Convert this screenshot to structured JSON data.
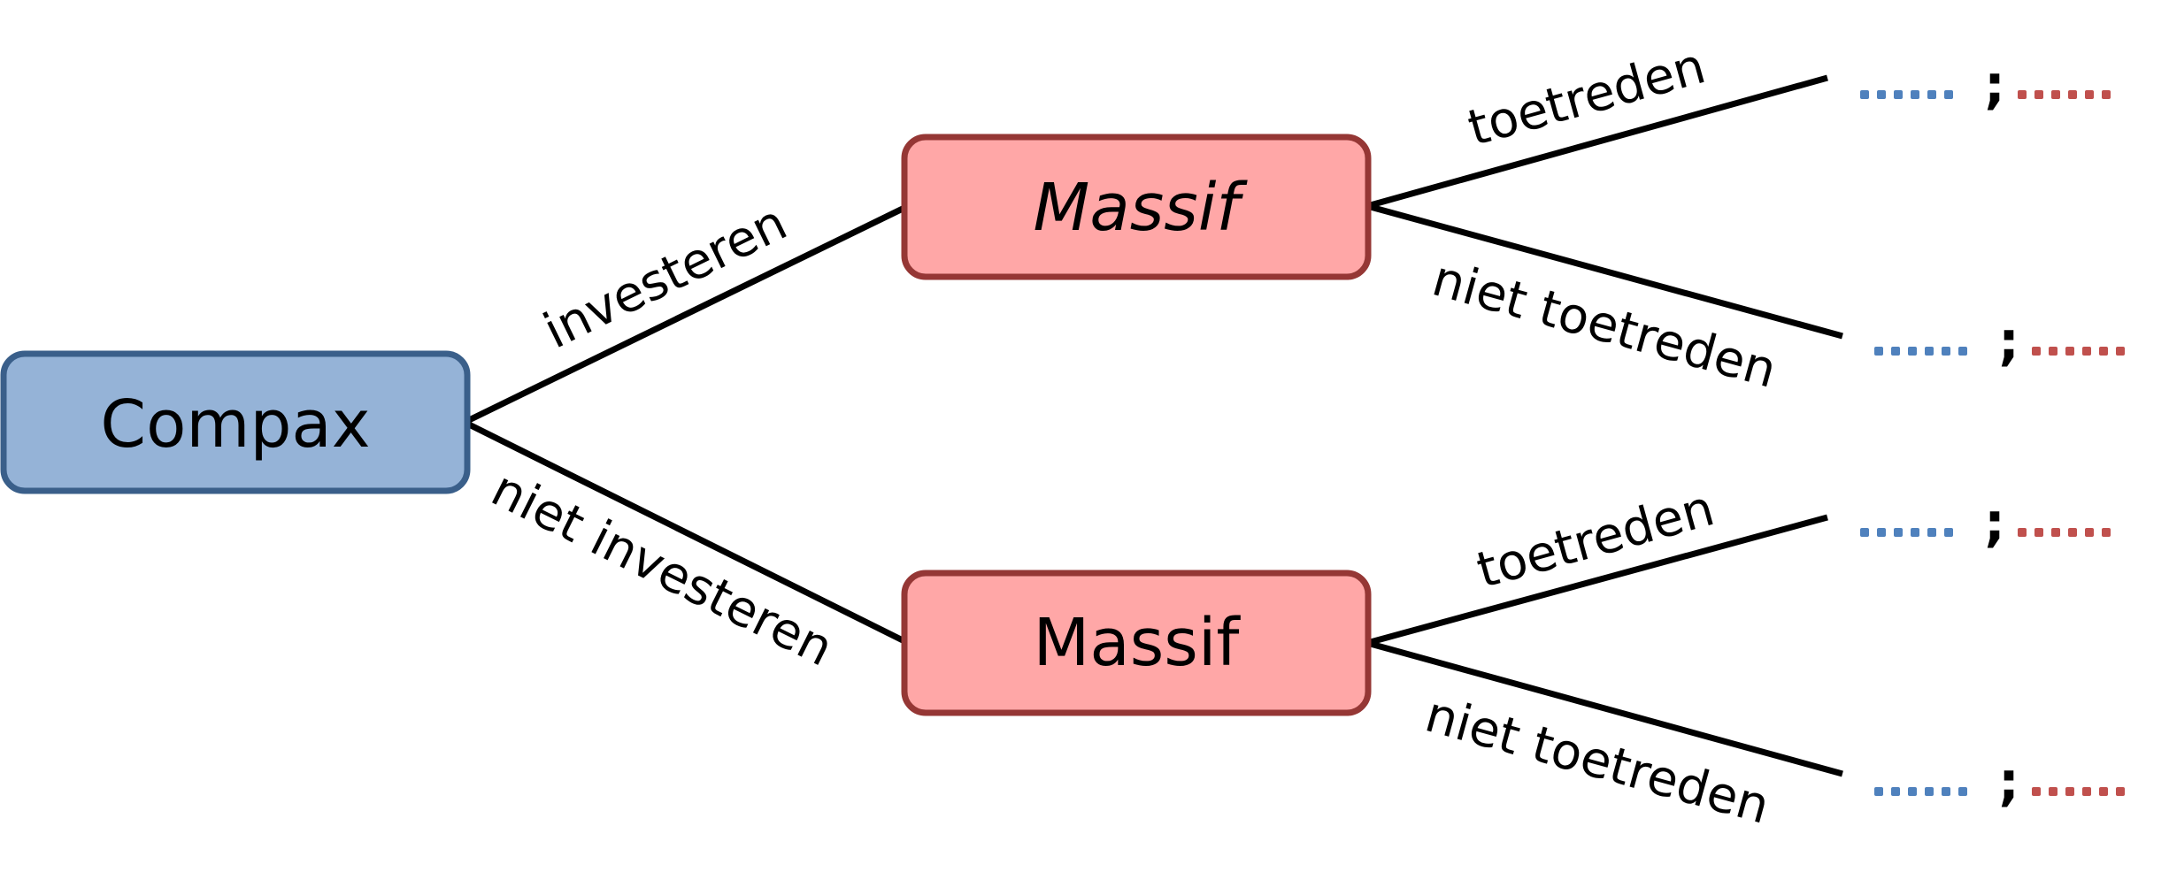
{
  "nodes": {
    "root": {
      "label": "Compax",
      "italic": false
    },
    "upper": {
      "label": "Massif",
      "italic": true
    },
    "lower": {
      "label": "Massif",
      "italic": false
    }
  },
  "edges": {
    "root_upper": "investeren",
    "root_lower": "niet investeren",
    "upper_top": "toetreden",
    "upper_bottom": "niet toetreden",
    "lower_top": "toetreden",
    "lower_bottom": "niet toetreden"
  },
  "payoffs": [
    {
      "separator": ";",
      "left_dots": 6,
      "right_dots": 6
    },
    {
      "separator": ";",
      "left_dots": 6,
      "right_dots": 6
    },
    {
      "separator": ";",
      "left_dots": 6,
      "right_dots": 6
    },
    {
      "separator": ";",
      "left_dots": 6,
      "right_dots": 6
    }
  ],
  "colors": {
    "root_fill": "#95b3d7",
    "root_stroke": "#3a5f8a",
    "massif_fill": "#ffa7a7",
    "massif_stroke": "#953735",
    "payoff_compax": "#4f81bd",
    "payoff_massif": "#c0504d",
    "line": "#000000"
  }
}
